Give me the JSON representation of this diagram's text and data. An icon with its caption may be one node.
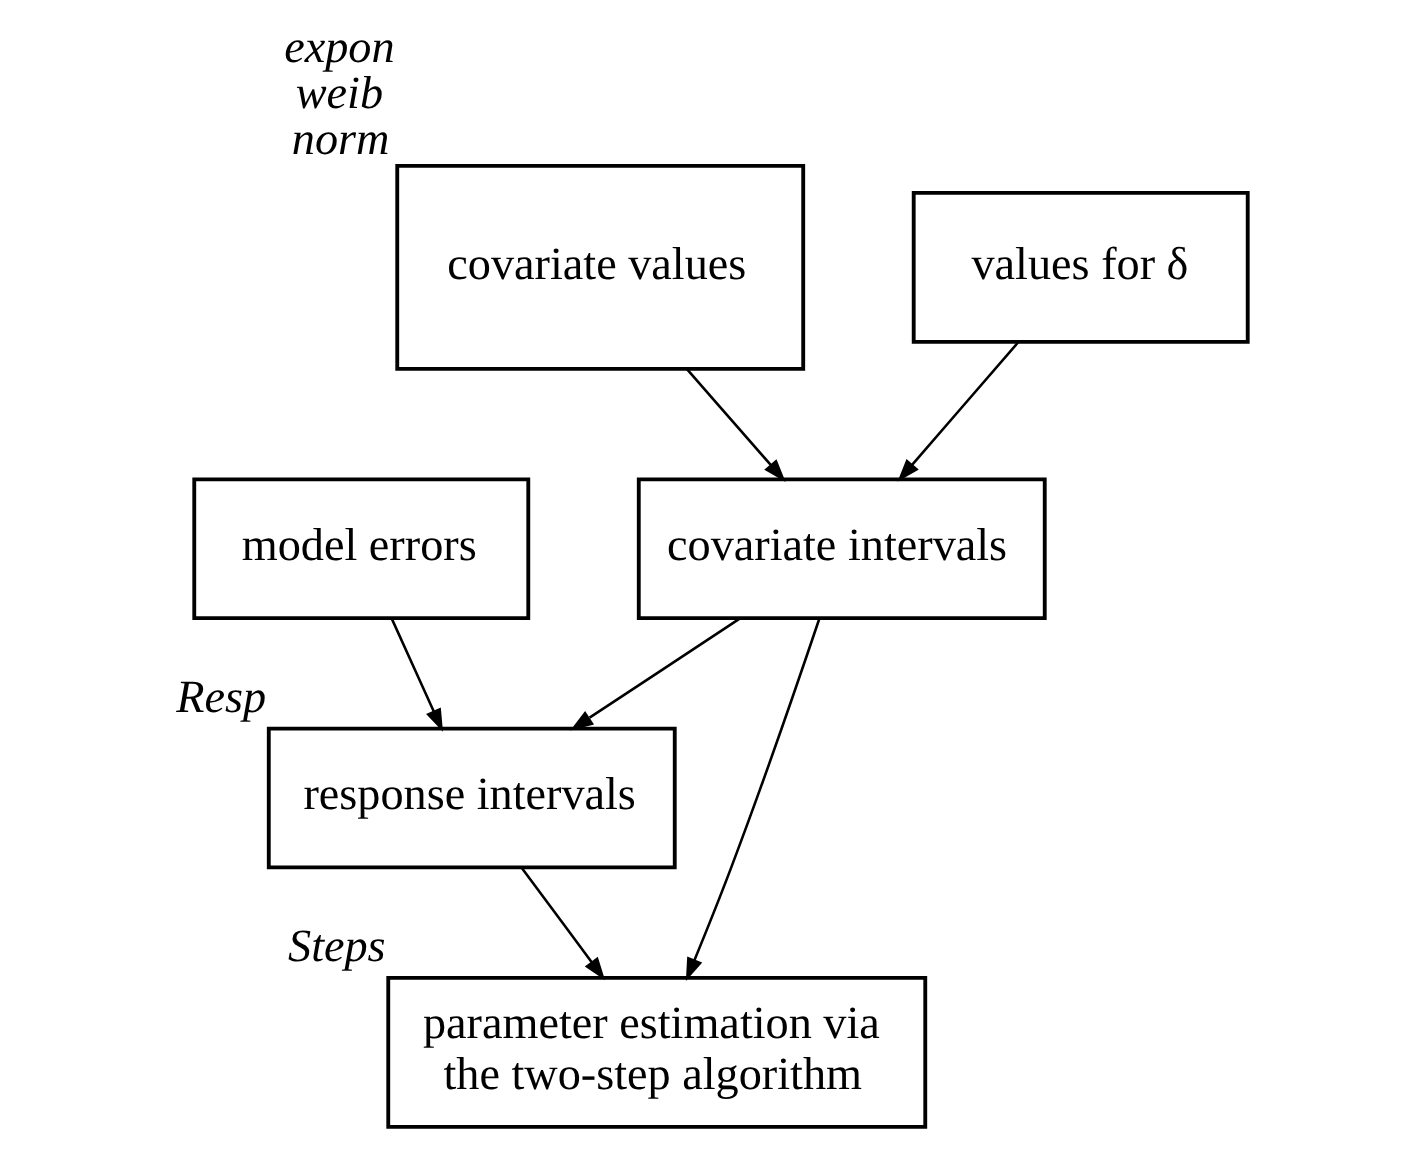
{
  "diagram": {
    "nodes": [
      {
        "text": [
          "covariate values"
        ],
        "beside": [
          "expon",
          "weib",
          "norm"
        ]
      },
      {
        "text": [
          "values for δ"
        ]
      },
      {
        "text": [
          "covariate intervals"
        ]
      },
      {
        "text": [
          "model errors"
        ]
      },
      {
        "text": [
          "response intervals"
        ],
        "beside": [
          "Resp"
        ]
      },
      {
        "text": [
          "parameter estimation via the two-step algorithm"
        ],
        "beside": [
          "Steps"
        ]
      }
    ],
    "edges": [
      {
        "from": 0,
        "to": 2,
        "arrow": "to"
      },
      {
        "from": 1,
        "to": 2,
        "arrow": "to"
      },
      {
        "from": 2,
        "to": 4,
        "arrow": "to"
      },
      {
        "from": 3,
        "to": 4,
        "arrow": "to"
      },
      {
        "from": 2,
        "to": 5,
        "arrow": "to"
      },
      {
        "from": 4,
        "to": 5,
        "arrow": "to"
      }
    ]
  }
}
